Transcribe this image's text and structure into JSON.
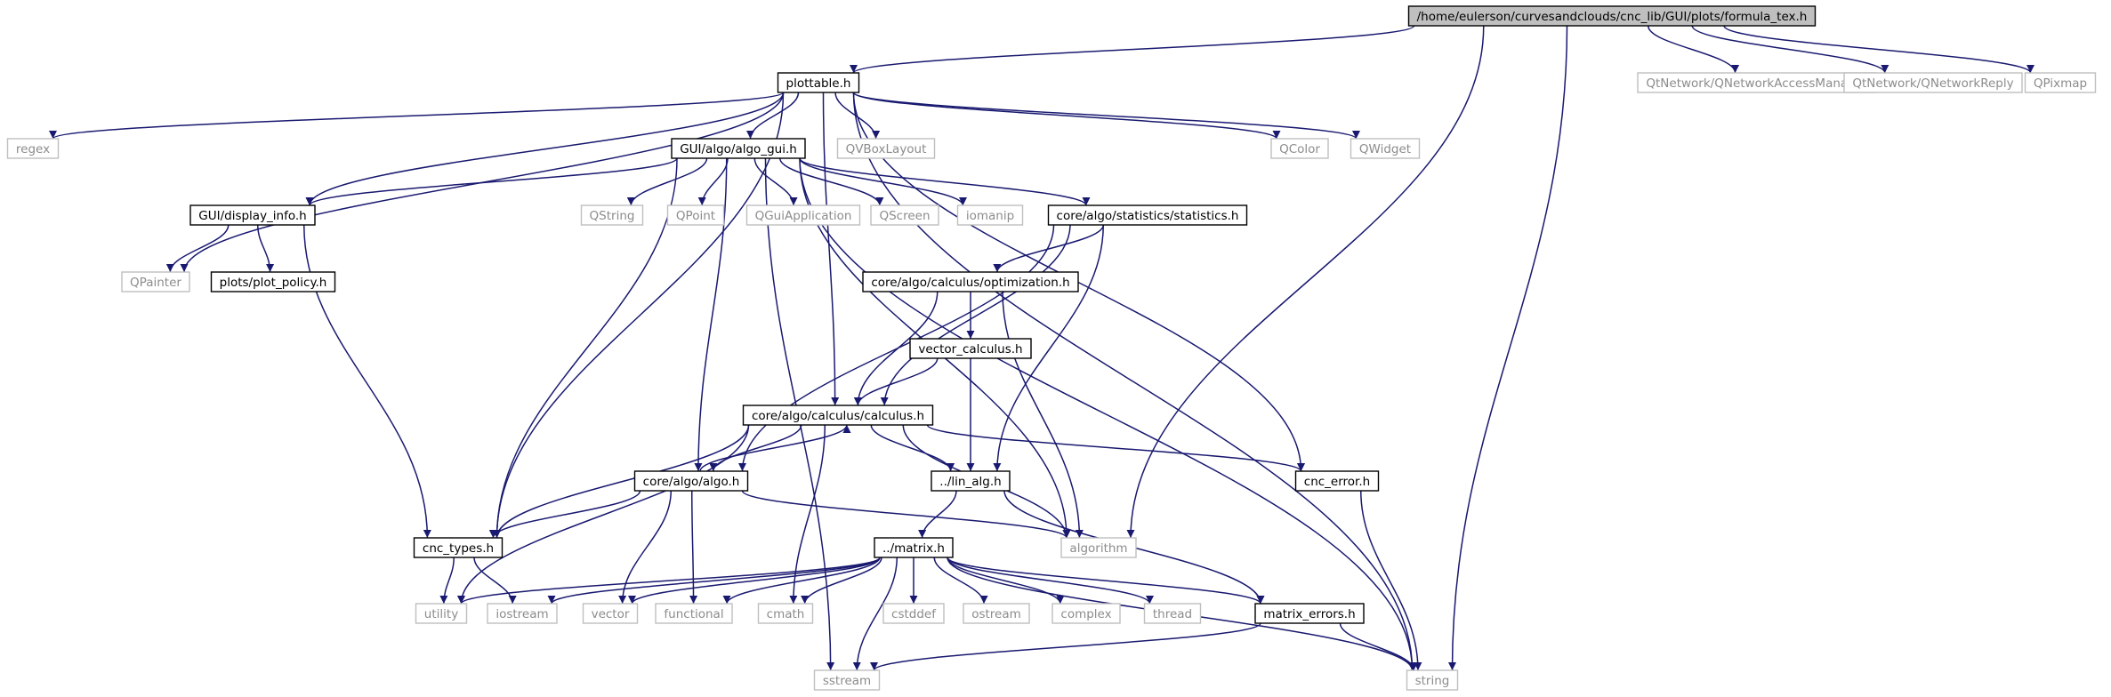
{
  "theme": {
    "edge_color": "#191970",
    "local_border": "#000000",
    "system_border": "#bfbfbf",
    "system_text": "#8c8c8c",
    "local_text": "#000000",
    "root_fill": "#bfbfbf",
    "node_fill": "#ffffff"
  },
  "nodes": [
    {
      "id": "root",
      "label": "/home/eulerson/curvesandclouds/cnc_lib/GUI/plots/formula_tex.h",
      "kind": "root"
    },
    {
      "id": "plottable",
      "label": "plottable.h",
      "kind": "local"
    },
    {
      "id": "qnam",
      "label": "QtNetwork/QNetworkAccessManager",
      "kind": "system"
    },
    {
      "id": "qnr",
      "label": "QtNetwork/QNetworkReply",
      "kind": "system"
    },
    {
      "id": "qpixmap",
      "label": "QPixmap",
      "kind": "system"
    },
    {
      "id": "regex",
      "label": "regex",
      "kind": "system"
    },
    {
      "id": "algo_gui",
      "label": "GUI/algo/algo_gui.h",
      "kind": "local"
    },
    {
      "id": "qvbox",
      "label": "QVBoxLayout",
      "kind": "system"
    },
    {
      "id": "qcolor",
      "label": "QColor",
      "kind": "system"
    },
    {
      "id": "qwidget",
      "label": "QWidget",
      "kind": "system"
    },
    {
      "id": "display_info",
      "label": "GUI/display_info.h",
      "kind": "local"
    },
    {
      "id": "qstring",
      "label": "QString",
      "kind": "system"
    },
    {
      "id": "qpoint",
      "label": "QPoint",
      "kind": "system"
    },
    {
      "id": "qguiapp",
      "label": "QGuiApplication",
      "kind": "system"
    },
    {
      "id": "qscreen",
      "label": "QScreen",
      "kind": "system"
    },
    {
      "id": "iomanip",
      "label": "iomanip",
      "kind": "system"
    },
    {
      "id": "statistics",
      "label": "core/algo/statistics/statistics.h",
      "kind": "local"
    },
    {
      "id": "qpainter",
      "label": "QPainter",
      "kind": "system"
    },
    {
      "id": "plot_policy",
      "label": "plots/plot_policy.h",
      "kind": "local"
    },
    {
      "id": "optimization",
      "label": "core/algo/calculus/optimization.h",
      "kind": "local"
    },
    {
      "id": "vector_calculus",
      "label": "vector_calculus.h",
      "kind": "local"
    },
    {
      "id": "calculus",
      "label": "core/algo/calculus/calculus.h",
      "kind": "local"
    },
    {
      "id": "algo",
      "label": "core/algo/algo.h",
      "kind": "local"
    },
    {
      "id": "lin_alg",
      "label": "../lin_alg.h",
      "kind": "local"
    },
    {
      "id": "cnc_error",
      "label": "cnc_error.h",
      "kind": "local"
    },
    {
      "id": "cnc_types",
      "label": "cnc_types.h",
      "kind": "local"
    },
    {
      "id": "algorithm",
      "label": "algorithm",
      "kind": "system"
    },
    {
      "id": "matrix",
      "label": "../matrix.h",
      "kind": "local"
    },
    {
      "id": "utility",
      "label": "utility",
      "kind": "system"
    },
    {
      "id": "iostream",
      "label": "iostream",
      "kind": "system"
    },
    {
      "id": "vector",
      "label": "vector",
      "kind": "system"
    },
    {
      "id": "functional",
      "label": "functional",
      "kind": "system"
    },
    {
      "id": "cmath",
      "label": "cmath",
      "kind": "system"
    },
    {
      "id": "cstddef",
      "label": "cstddef",
      "kind": "system"
    },
    {
      "id": "ostream",
      "label": "ostream",
      "kind": "system"
    },
    {
      "id": "complex",
      "label": "complex",
      "kind": "system"
    },
    {
      "id": "thread",
      "label": "thread",
      "kind": "system"
    },
    {
      "id": "matrix_errors",
      "label": "matrix_errors.h",
      "kind": "local"
    },
    {
      "id": "sstream",
      "label": "sstream",
      "kind": "system"
    },
    {
      "id": "string",
      "label": "string",
      "kind": "system"
    }
  ],
  "edges": [
    [
      "root",
      "plottable"
    ],
    [
      "root",
      "qnam"
    ],
    [
      "root",
      "qnr"
    ],
    [
      "root",
      "qpixmap"
    ],
    [
      "root",
      "algorithm"
    ],
    [
      "root",
      "string"
    ],
    [
      "plottable",
      "regex"
    ],
    [
      "plottable",
      "algo_gui"
    ],
    [
      "plottable",
      "qvbox"
    ],
    [
      "plottable",
      "qcolor"
    ],
    [
      "plottable",
      "qwidget"
    ],
    [
      "plottable",
      "display_info"
    ],
    [
      "plottable",
      "qpainter"
    ],
    [
      "plottable",
      "cnc_types"
    ],
    [
      "plottable",
      "calculus"
    ],
    [
      "plottable",
      "cnc_error"
    ],
    [
      "plottable",
      "string"
    ],
    [
      "algo_gui",
      "display_info"
    ],
    [
      "algo_gui",
      "qstring"
    ],
    [
      "algo_gui",
      "qpoint"
    ],
    [
      "algo_gui",
      "qguiapp"
    ],
    [
      "algo_gui",
      "qscreen"
    ],
    [
      "algo_gui",
      "iomanip"
    ],
    [
      "algo_gui",
      "statistics"
    ],
    [
      "algo_gui",
      "algo"
    ],
    [
      "algo_gui",
      "cnc_types"
    ],
    [
      "algo_gui",
      "sstream"
    ],
    [
      "algo_gui",
      "algorithm"
    ],
    [
      "algo_gui",
      "string"
    ],
    [
      "display_info",
      "qpainter"
    ],
    [
      "display_info",
      "plot_policy"
    ],
    [
      "display_info",
      "cnc_types"
    ],
    [
      "statistics",
      "optimization"
    ],
    [
      "statistics",
      "calculus"
    ],
    [
      "statistics",
      "algo"
    ],
    [
      "statistics",
      "lin_alg"
    ],
    [
      "optimization",
      "vector_calculus"
    ],
    [
      "optimization",
      "calculus"
    ],
    [
      "optimization",
      "algorithm"
    ],
    [
      "vector_calculus",
      "calculus"
    ],
    [
      "vector_calculus",
      "lin_alg"
    ],
    [
      "calculus",
      "algo"
    ],
    [
      "calculus",
      "lin_alg"
    ],
    [
      "calculus",
      "cnc_error"
    ],
    [
      "calculus",
      "cnc_types"
    ],
    [
      "calculus",
      "algorithm"
    ],
    [
      "calculus",
      "utility"
    ],
    [
      "calculus",
      "cmath"
    ],
    [
      "algo",
      "calculus"
    ],
    [
      "algo",
      "cnc_types"
    ],
    [
      "algo",
      "algorithm"
    ],
    [
      "algo",
      "vector"
    ],
    [
      "algo",
      "functional"
    ],
    [
      "lin_alg",
      "matrix"
    ],
    [
      "lin_alg",
      "matrix_errors"
    ],
    [
      "cnc_error",
      "string"
    ],
    [
      "cnc_types",
      "utility"
    ],
    [
      "cnc_types",
      "iostream"
    ],
    [
      "matrix",
      "iostream"
    ],
    [
      "matrix",
      "vector"
    ],
    [
      "matrix",
      "functional"
    ],
    [
      "matrix",
      "cmath"
    ],
    [
      "matrix",
      "cstddef"
    ],
    [
      "matrix",
      "ostream"
    ],
    [
      "matrix",
      "complex"
    ],
    [
      "matrix",
      "thread"
    ],
    [
      "matrix",
      "matrix_errors"
    ],
    [
      "matrix",
      "sstream"
    ],
    [
      "matrix",
      "string"
    ],
    [
      "matrix",
      "utility"
    ],
    [
      "matrix_errors",
      "sstream"
    ],
    [
      "matrix_errors",
      "string"
    ]
  ]
}
